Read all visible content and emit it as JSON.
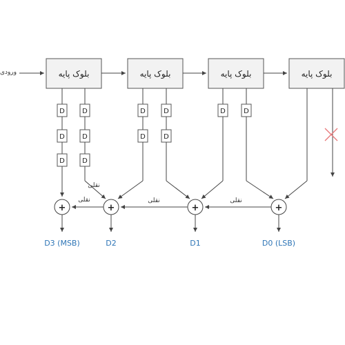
{
  "input_label": "ورودی",
  "block_label": "بلوک پایه",
  "delay_label": "D",
  "carry_label": "نقلی",
  "plus_symbol": "+",
  "outputs": [
    "D3 (MSB)",
    "D2",
    "D1",
    "D0 (LSB)"
  ],
  "colors": {
    "output_text": "#2e75b6",
    "block_fill": "#f2f2f2",
    "block_stroke": "#555555",
    "x_mark": "#e8787a"
  }
}
